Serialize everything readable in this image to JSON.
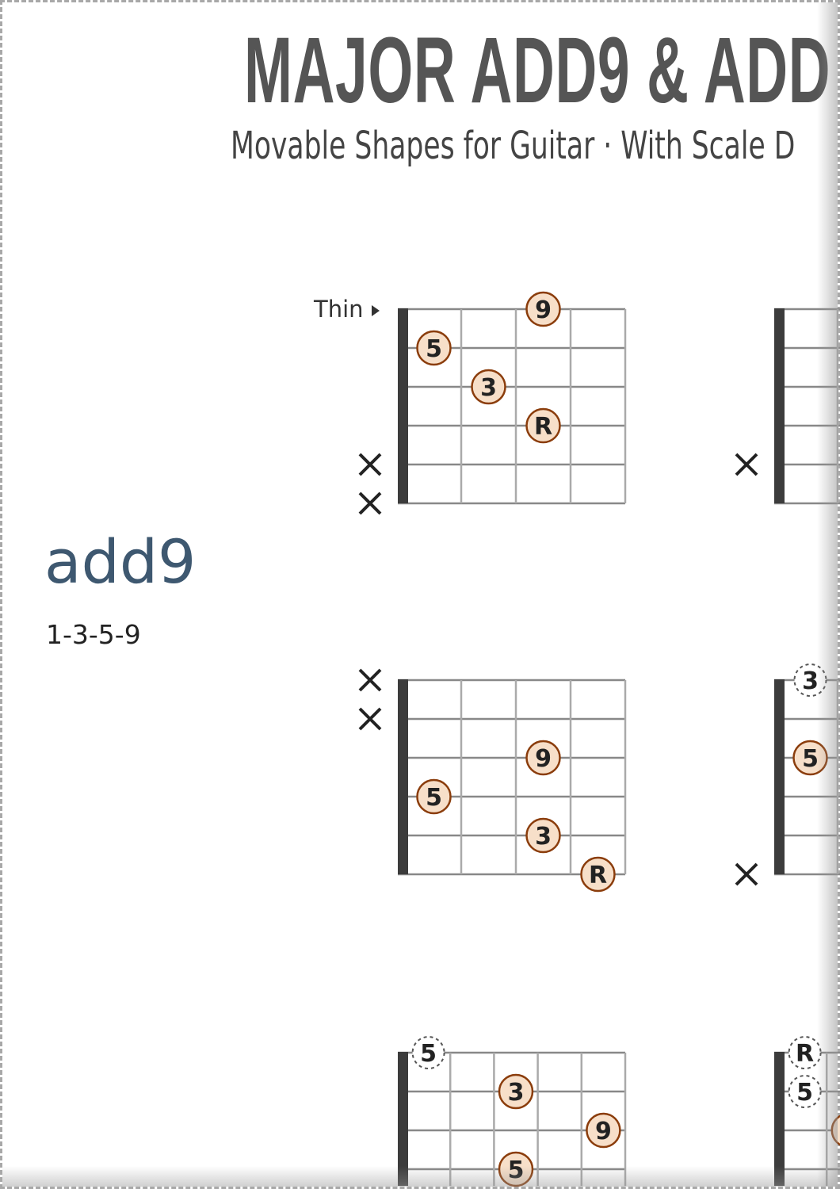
{
  "header": {
    "title": "MAJOR ADD9 & ADD",
    "subtitle": "Movable Shapes for Guitar  ·  With Scale D"
  },
  "orientation_label": "Thin",
  "section": {
    "name": "add9",
    "formula": "1-3-5-9"
  },
  "colors": {
    "dot_fill": "#f7dfc9",
    "dot_stroke": "#8b3d0c",
    "text": "#222222",
    "nut": "#3c3c3c",
    "grid": "#9a9a9a",
    "section": "#3e5870"
  },
  "diagrams": [
    {
      "col": 0,
      "row": 0,
      "frets": 4,
      "muted": [
        5,
        6
      ],
      "dots": [
        {
          "string": 1,
          "fret": 3,
          "label": "9"
        },
        {
          "string": 2,
          "fret": 1,
          "label": "5"
        },
        {
          "string": 3,
          "fret": 2,
          "label": "3"
        },
        {
          "string": 4,
          "fret": 3,
          "label": "R"
        }
      ]
    },
    {
      "col": 0,
      "row": 1,
      "frets": 4,
      "muted": [
        1,
        2
      ],
      "dots": [
        {
          "string": 3,
          "fret": 3,
          "label": "9"
        },
        {
          "string": 4,
          "fret": 1,
          "label": "5"
        },
        {
          "string": 5,
          "fret": 3,
          "label": "3"
        },
        {
          "string": 6,
          "fret": 4,
          "label": "R"
        }
      ]
    },
    {
      "col": 0,
      "row": 2,
      "frets": 5,
      "muted": [],
      "dots": [
        {
          "string": 1,
          "fret": 1,
          "label": "5",
          "optional": true
        },
        {
          "string": 2,
          "fret": 3,
          "label": "3"
        },
        {
          "string": 3,
          "fret": 5,
          "label": "9"
        },
        {
          "string": 4,
          "fret": 3,
          "label": "5"
        }
      ]
    },
    {
      "col": 1,
      "row": 0,
      "frets": 4,
      "muted": [
        5
      ],
      "dots": []
    },
    {
      "col": 1,
      "row": 1,
      "frets": 4,
      "muted": [
        6
      ],
      "dots": [
        {
          "string": 1,
          "fret": 1,
          "label": "3",
          "optional": true
        },
        {
          "string": 3,
          "fret": 1,
          "label": "5"
        }
      ]
    },
    {
      "col": 1,
      "row": 2,
      "frets": 5,
      "muted": [],
      "dots": [
        {
          "string": 1,
          "fret": 1,
          "label": "R",
          "optional": true
        },
        {
          "string": 2,
          "fret": 1,
          "label": "5",
          "optional": true
        },
        {
          "string": 3,
          "fret": 2,
          "label": ""
        }
      ]
    }
  ]
}
